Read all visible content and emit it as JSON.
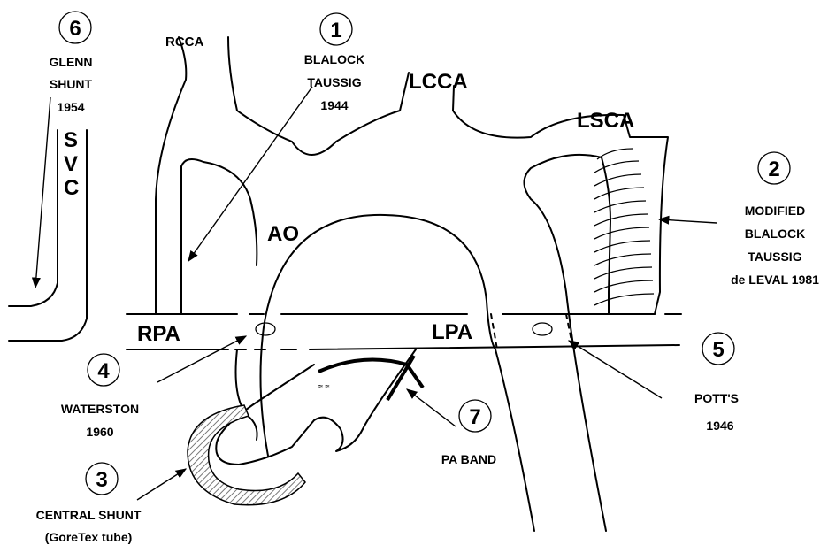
{
  "shunts": [
    {
      "number": "1",
      "lines": [
        "BLALOCK",
        "TAUSSIG",
        "1944"
      ]
    },
    {
      "number": "2",
      "lines": [
        "MODIFIED",
        "BLALOCK",
        "TAUSSIG",
        "de LEVAL 1981"
      ]
    },
    {
      "number": "3",
      "lines": [
        "CENTRAL SHUNT",
        "(GoreTex tube)"
      ]
    },
    {
      "number": "4",
      "lines": [
        "WATERSTON",
        "1960"
      ]
    },
    {
      "number": "5",
      "lines": [
        "POTT'S",
        "1946"
      ]
    },
    {
      "number": "6",
      "lines": [
        "GLENN",
        "SHUNT",
        "1954"
      ]
    },
    {
      "number": "7",
      "lines": [
        "PA BAND"
      ]
    }
  ],
  "anatomy": {
    "rcca": "RCCA",
    "lcca": "LCCA",
    "lsca": "LSCA",
    "ao": "AO",
    "rpa": "RPA",
    "lpa": "LPA",
    "svc_letters": [
      "S",
      "V",
      "C"
    ]
  },
  "colors": {
    "stroke": "#000000",
    "background": "#ffffff",
    "hatch": "#777777"
  }
}
